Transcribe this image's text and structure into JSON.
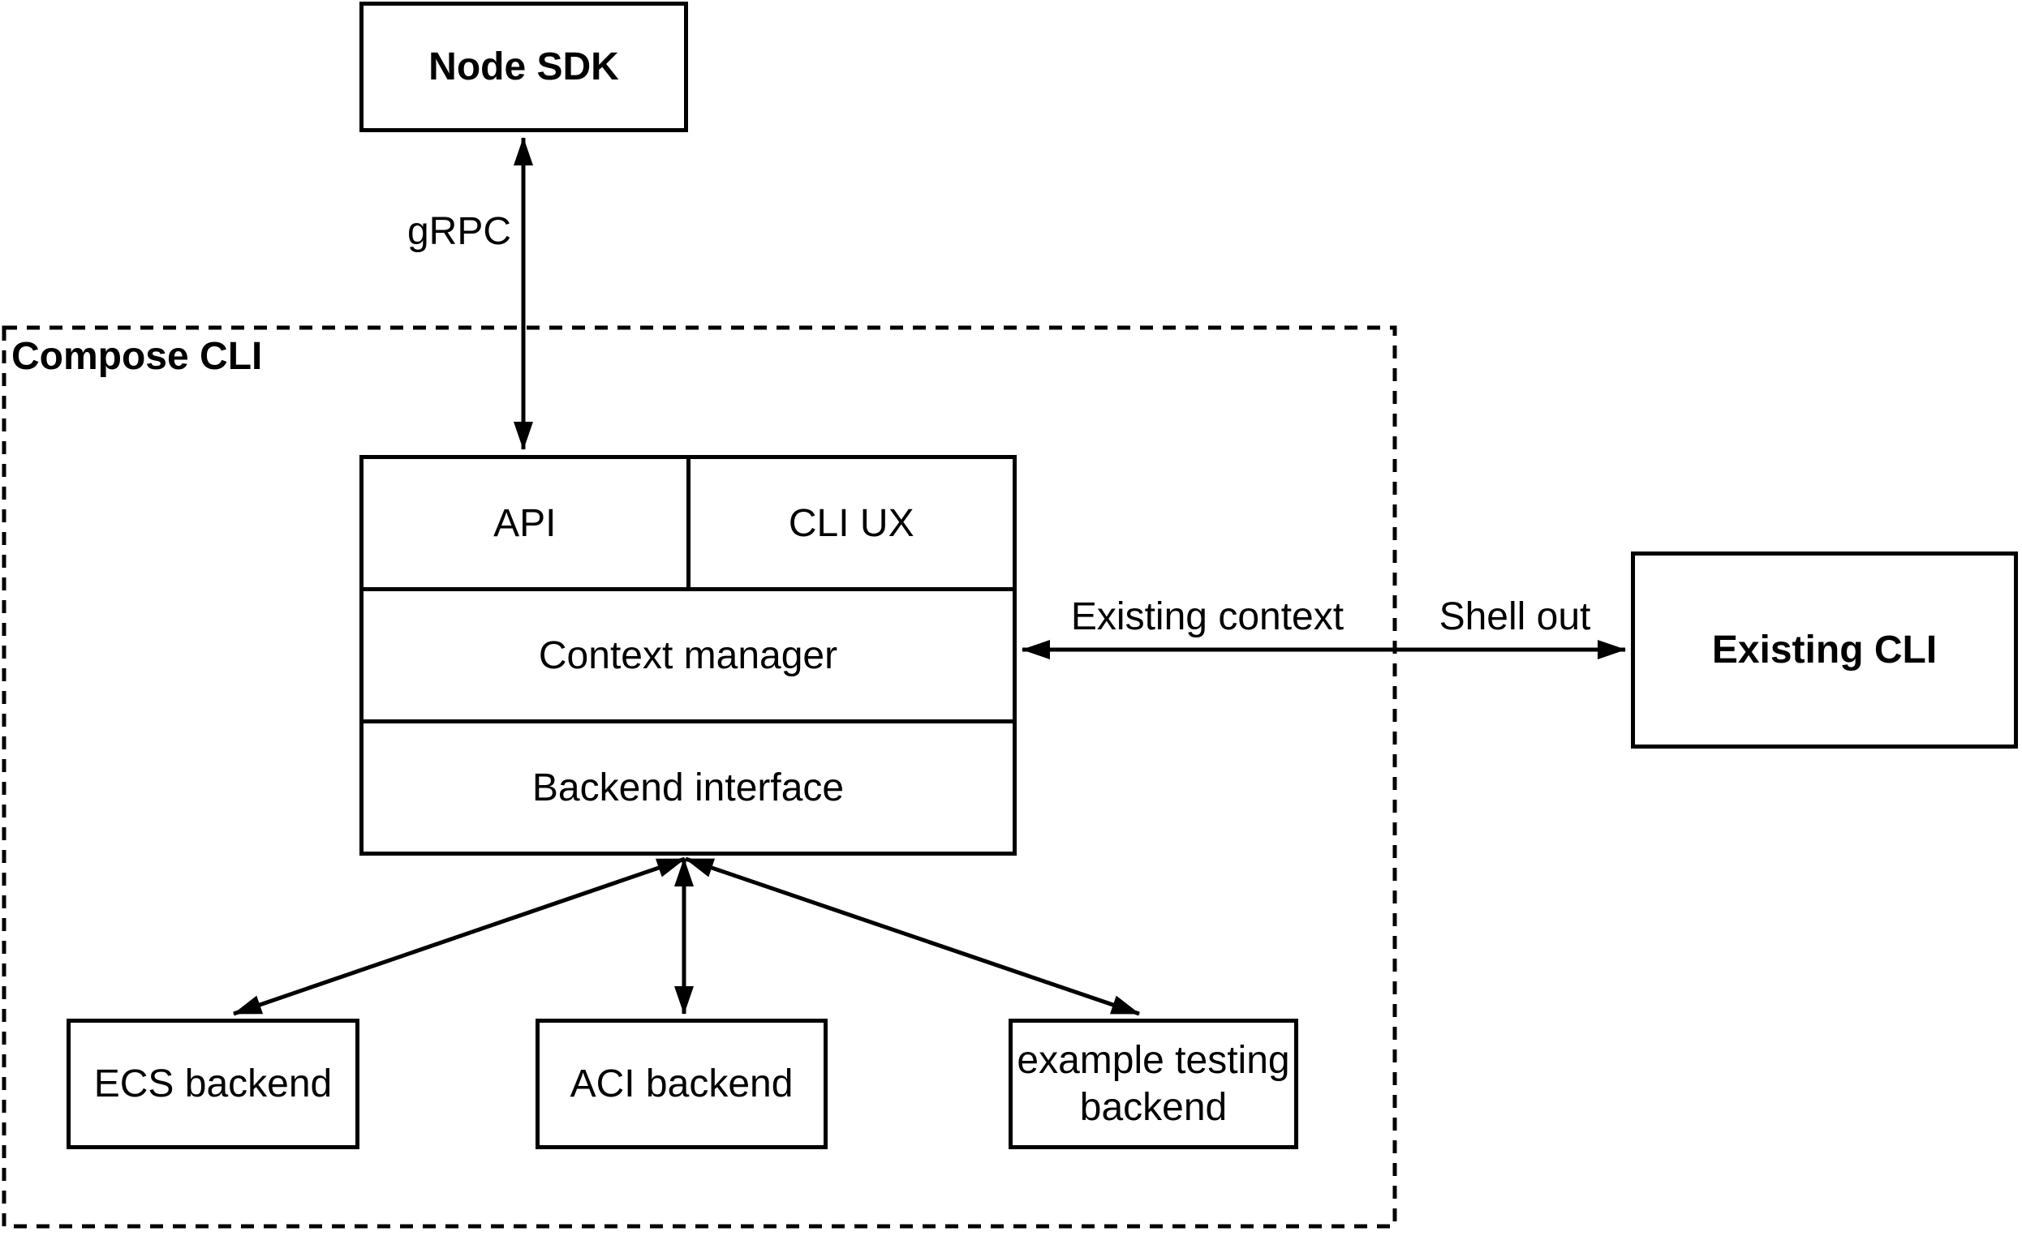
{
  "background": "#ffffff",
  "stroke_color": "#000000",
  "nodes": {
    "node_sdk": {
      "label": "Node SDK"
    },
    "compose_cli_container": {
      "label": "Compose CLI"
    },
    "api": {
      "label": "API"
    },
    "cli_ux": {
      "label": "CLI UX"
    },
    "context_manager": {
      "label": "Context manager"
    },
    "backend_interface": {
      "label": "Backend interface"
    },
    "ecs_backend": {
      "label": "ECS backend"
    },
    "aci_backend": {
      "label": "ACI backend"
    },
    "example_testing_backend": {
      "label": "example testing backend"
    },
    "existing_cli": {
      "label": "Existing CLI"
    }
  },
  "edges": {
    "grpc": {
      "label": "gRPC",
      "from": "node_sdk",
      "to": "api",
      "style": "double-arrow"
    },
    "context_to_existing_cli": {
      "labels": [
        "Existing context",
        "Shell out"
      ],
      "from": "context_manager",
      "to": "existing_cli",
      "style": "double-arrow"
    },
    "backend_to_ecs": {
      "from": "backend_interface",
      "to": "ecs_backend",
      "style": "double-arrow"
    },
    "backend_to_aci": {
      "from": "backend_interface",
      "to": "aci_backend",
      "style": "double-arrow"
    },
    "backend_to_example": {
      "from": "backend_interface",
      "to": "example_testing_backend",
      "style": "double-arrow"
    }
  }
}
